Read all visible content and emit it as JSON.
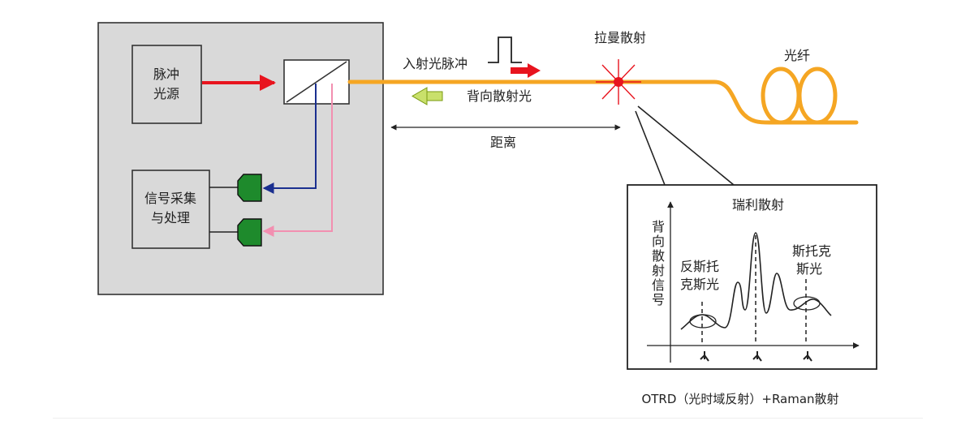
{
  "source": {
    "line1": "脉冲",
    "line2": "光源"
  },
  "processor": {
    "line1": "信号采集",
    "line2": "与处理"
  },
  "labels": {
    "incident_pulse": "入射光脉冲",
    "backscatter": "背向散射光",
    "raman_scatter": "拉曼散射",
    "fiber": "光纤",
    "distance": "距离"
  },
  "inset": {
    "ylabel": [
      "背",
      "向",
      "散",
      "射",
      "信",
      "号"
    ],
    "rayleigh": "瑞利散射",
    "anti_stokes": {
      "line1": "反斯托",
      "line2": "克斯光"
    },
    "stokes": {
      "line1": "斯托克",
      "line2": "斯光"
    }
  },
  "caption": "OTRD（光时域反射）+Raman散射",
  "colors": {
    "fiber": "#f5a623",
    "red_arrow": "#e8141e",
    "blue_arrow": "#1a2f8f",
    "pink_arrow": "#f28fb0",
    "detector": "#1e8a2c",
    "green_arrow": "#a8cc2a",
    "panel_bg": "#d9d9d9"
  },
  "icons": {
    "green_arrow": "left-arrow-icon",
    "red_arrow": "right-arrow-icon",
    "detector": "photodetector-icon"
  }
}
